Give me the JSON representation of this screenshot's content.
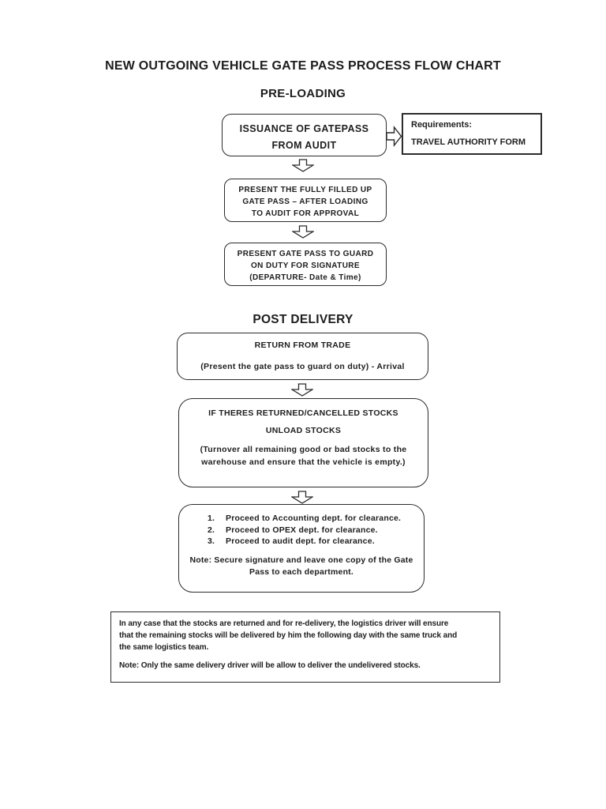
{
  "page": {
    "title": "NEW OUTGOING VEHICLE GATE PASS PROCESS FLOW CHART",
    "section1_heading": "PRE-LOADING",
    "section2_heading": "POST DELIVERY"
  },
  "colors": {
    "ink": "#1d1d1d",
    "border": "#2b2b2b",
    "paper": "#ffffff"
  },
  "icons": [
    "down-arrow-icon",
    "right-arrow-icon"
  ],
  "preloading": {
    "box1": {
      "lines": [
        "ISSUANCE OF GATEPASS",
        "FROM AUDIT"
      ]
    },
    "requirements": {
      "label": "Requirements:",
      "value": "TRAVEL AUTHORITY FORM"
    },
    "box2": {
      "lines": [
        "PRESENT THE FULLY FILLED UP",
        "GATE PASS – AFTER LOADING",
        "TO AUDIT FOR APPROVAL"
      ]
    },
    "box3": {
      "lines": [
        "PRESENT GATE PASS TO GUARD",
        "ON DUTY FOR SIGNATURE",
        "(DEPARTURE- Date & Time)"
      ]
    }
  },
  "postdelivery": {
    "return_box": {
      "title": "RETURN FROM TRADE",
      "subtitle": "(Present the gate pass to guard on duty) - Arrival"
    },
    "unload_box": {
      "line1": "IF THERES RETURNED/CANCELLED STOCKS",
      "line2": "UNLOAD STOCKS",
      "para_lines": [
        "(Turnover all remaining good or bad stocks to the",
        "warehouse and ensure that the vehicle is empty.)"
      ]
    },
    "clearance_box": {
      "items": [
        {
          "num": "1.",
          "text": "Proceed to Accounting dept. for clearance."
        },
        {
          "num": "2.",
          "text": "Proceed to OPEX dept.  for clearance."
        },
        {
          "num": "3.",
          "text": "Proceed to audit dept.  for clearance."
        }
      ],
      "note_lines": [
        "Note: Secure signature and leave one copy of the Gate",
        "Pass to each department."
      ]
    }
  },
  "footer_box": {
    "para_lines": [
      "In any case that the stocks are returned and for re-delivery, the logistics driver will ensure",
      "that the remaining stocks will be delivered by him the following day with the same truck and",
      "the same logistics team."
    ],
    "note": "Note: Only the same delivery driver will be allow to deliver the undelivered stocks."
  }
}
